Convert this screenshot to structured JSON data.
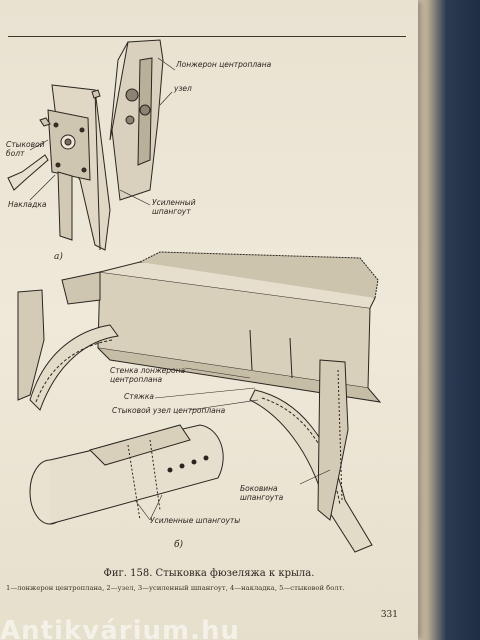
{
  "labels": {
    "lonzheron": "Лонжерон\nцентроплана",
    "uzel": "узел",
    "stykovoy_bolt": "Стыковой\nболт",
    "nakladka": "Накладка",
    "usilenny_shpangout": "Усиленный\nшпангоут",
    "stenka": "Стенка лонжерона\nцентроплана",
    "styazhka": "Стяжка",
    "stykovoy_uzel": "Стыковой узел центроплана",
    "usilennye_shpangouty": "Усиленные шпангоуты",
    "bokovina": "Боковина\nшпангоута"
  },
  "sublabels": {
    "a": "а)",
    "b": "б)"
  },
  "caption": "Фиг. 158. Стыковка фюзеляжа к крыла.",
  "legend": "1—лонжерон центроплана, 2—узел, 3—усиленный шпангоут, 4—накладка, 5—стыковой болт.",
  "page_number": "331",
  "watermark": "Antikvárium.hu"
}
